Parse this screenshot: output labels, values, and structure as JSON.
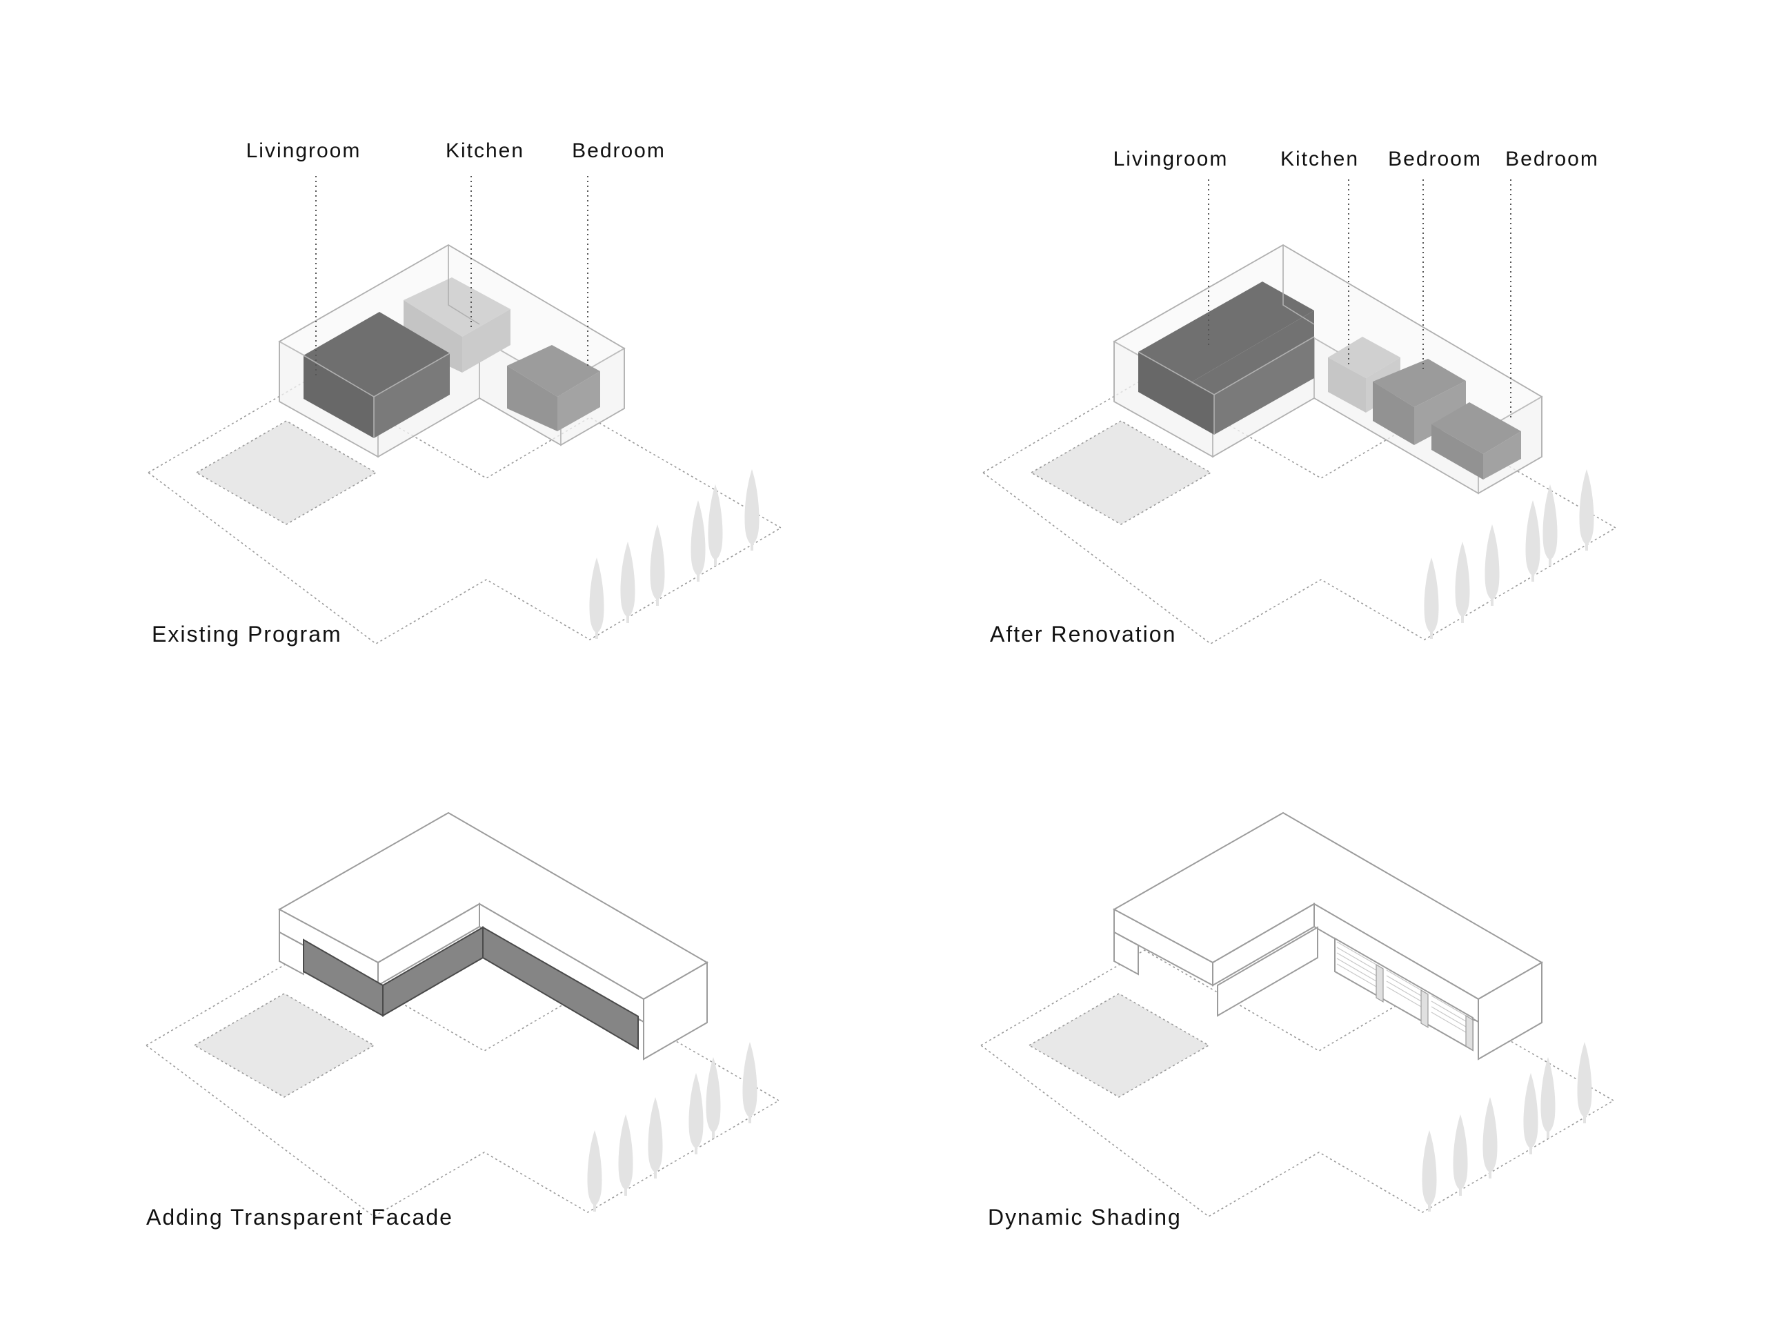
{
  "panels": [
    {
      "caption": "Existing Program",
      "labels": [
        "Livingroom",
        "Kitchen",
        "Bedroom"
      ]
    },
    {
      "caption": "After Renovation",
      "labels": [
        "Livingroom",
        "Kitchen",
        "Bedroom",
        "Bedroom"
      ]
    },
    {
      "caption": "Adding Transparent Facade"
    },
    {
      "caption": "Dynamic Shading"
    }
  ],
  "colors": {
    "background": "#ffffff",
    "text": "#111111",
    "livingroom_block": "#767676",
    "kitchen_block": "#c8c8c8",
    "bedroom_block": "#9a9a9a",
    "glass_facade": "#858585",
    "trees": "#e3e3e3",
    "pool": "#e8e8e8"
  }
}
